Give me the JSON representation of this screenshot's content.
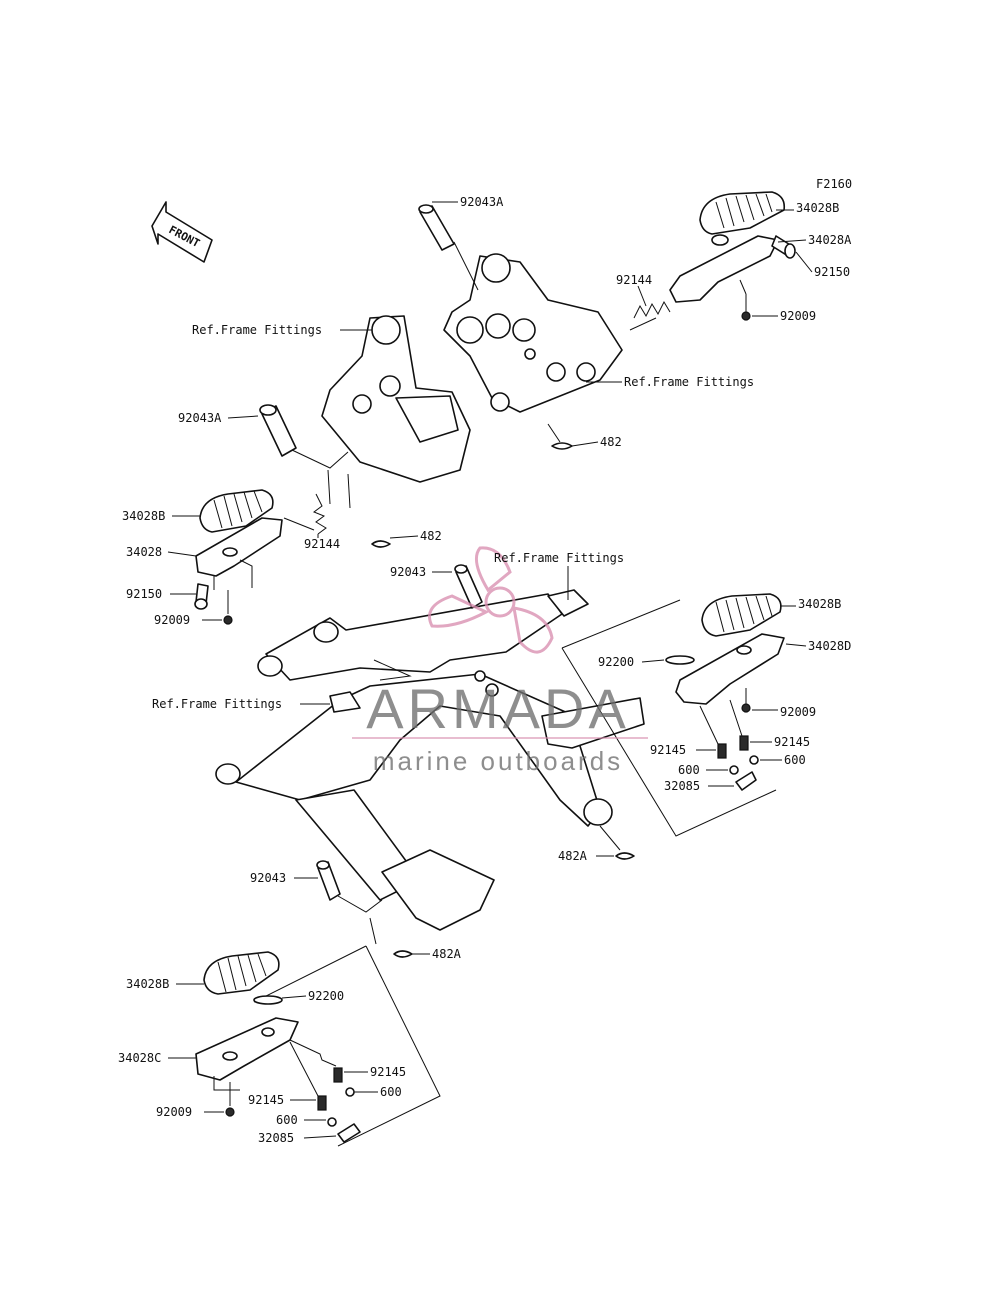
{
  "figure_code": "F2160",
  "front_label": "FRONT",
  "watermark": {
    "brand": "ARMADA",
    "tagline": "marine outboards",
    "brand_color": "#d98fb0",
    "text_color": "#6f6f6f"
  },
  "labels": {
    "top_right_pin": "92043A",
    "rr_footpeg_rubber": "34028B",
    "rr_footpeg": "34028A",
    "rr_bolt": "92150",
    "rr_screw": "92009",
    "rr_spring": "92144",
    "ref_frame_right_bracket": "Ref.Frame Fittings",
    "rr_clip": "482",
    "ref_frame_left_bracket": "Ref.Frame Fittings",
    "lr_pin": "92043A",
    "lr_footpeg_rubber": "34028B",
    "lr_footpeg": "34028",
    "lr_bolt": "92150",
    "lr_screw": "92009",
    "lr_spring": "92144",
    "lr_clip": "482",
    "main_pin": "92043",
    "ref_frame_center": "Ref.Frame Fittings",
    "ref_frame_left": "Ref.Frame Fittings",
    "fr_footpeg_rubber": "34028B",
    "fr_footpeg": "34028D",
    "fr_washer": "92200",
    "fr_screw": "92009",
    "fr_spring_left": "92145",
    "fr_spring_right": "92145",
    "fr_ball_left": "600",
    "fr_ball_right": "600",
    "fr_plate": "32085",
    "fr_clip": "482A",
    "fl_pin": "92043",
    "fl_clip": "482A",
    "fl_footpeg_rubber": "34028B",
    "fl_washer": "92200",
    "fl_footpeg": "34028C",
    "fl_spring_right": "92145",
    "fl_ball_right": "600",
    "fl_spring_left": "92145",
    "fl_screw": "92009",
    "fl_ball_left": "600",
    "fl_plate": "32085"
  }
}
